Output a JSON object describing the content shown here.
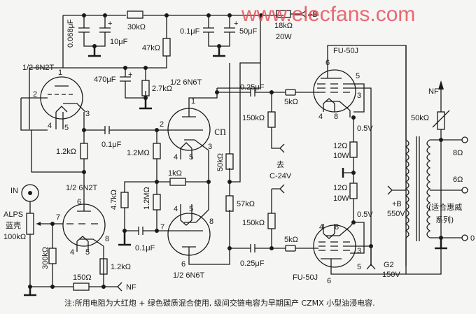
{
  "watermark": {
    "text": "www.elecfans.com",
    "fragment": "cn",
    "color": "#e8505b"
  },
  "tubes": {
    "v1a": {
      "label": "1/2  6N2T",
      "pins": [
        "1",
        "2",
        "3",
        "4",
        "5"
      ]
    },
    "v1b": {
      "label": "1/2  6N2T",
      "pins": [
        "6",
        "7",
        "8",
        "4",
        "5"
      ]
    },
    "v2a": {
      "label": "1/2  6N6T",
      "pins": [
        "1",
        "2",
        "3",
        "4",
        "5"
      ]
    },
    "v2b": {
      "label": "1/2  6N6T",
      "pins": [
        "4",
        "5",
        "7",
        "8",
        "6"
      ]
    },
    "v3": {
      "label": "FU-50J",
      "pins": [
        "6",
        "5",
        "3",
        "4",
        "8"
      ]
    },
    "v4": {
      "label": "FU-50J",
      "pins": [
        "4",
        "8",
        "3",
        "5",
        "6"
      ]
    }
  },
  "components": {
    "c_0068": "0.068μF",
    "c_10u": "10μF",
    "r_30k": "30kΩ",
    "r_47k": "47kΩ",
    "c_01_top": "0.1μF",
    "c_50u": "50μF",
    "r_18k": "18kΩ",
    "r_18k_w": "20W",
    "c_470u": "470μF",
    "r_27k": "2.7kΩ",
    "c_025_top": "0.25μF",
    "r_5k_top": "5kΩ",
    "r_150k_top": "150kΩ",
    "c_01_mid": "0.1μF",
    "r_12k_a": "1.2kΩ",
    "r_12M_a": "1.2MΩ",
    "r_1k": "1kΩ",
    "r_47k_b": "4.7kΩ",
    "r_12M_b": "1.2MΩ",
    "r_50k": "50kΩ",
    "r_57k": "57kΩ",
    "c_01_low": "0.1μF",
    "c_025_low": "0.25μF",
    "r_150k_low": "150kΩ",
    "r_5k_low": "5kΩ",
    "r_300k": "300kΩ",
    "r_150": "150Ω",
    "r_12k_b": "1.2kΩ",
    "r_12_a": "12Ω",
    "r_12_a_w": "10W",
    "r_12_b": "12Ω",
    "r_12_b_w": "10W",
    "v_05_a": "0.5V",
    "v_05_b": "0.5V",
    "r_50k_nf": "50kΩ",
    "pot_brand": "ALPS",
    "pot_desc": "蓝壳",
    "pot_value": "100kΩ"
  },
  "labels": {
    "plus_b_top": "+B",
    "input": "IN",
    "nf_out": "NF",
    "nf_in": "NF",
    "bias_to": "去",
    "bias_v": "C-24V",
    "plus_b": "+B",
    "plus_b_v": "550V",
    "g2": "G2",
    "g2_v": "150V",
    "tap_8": "8Ω",
    "tap_6": "6Ω",
    "tap_0": "0",
    "speaker_note_1": "(适合惠威",
    "speaker_note_2": "系列)"
  },
  "note": "注:所用电阻为大红炮 + 绿色碳质混合使用,  级间交链电容为早期国产 CZMX 小型油浸电容."
}
